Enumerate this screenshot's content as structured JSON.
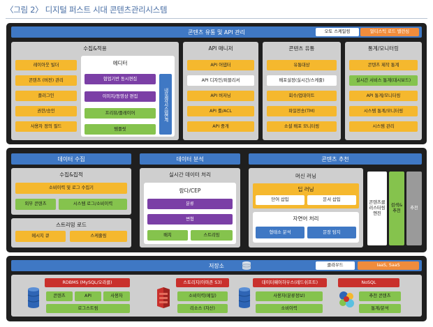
{
  "caption": "〈그림 2〉 디지털 퍼스트 시대 콘텐츠관리시스템",
  "top": {
    "header": "콘텐츠 유통 및 API 관리",
    "autoscale": "오토 스케일링",
    "multitask": "멀티스틱 로드 밸런싱",
    "authoring": {
      "title": "수집&적용",
      "left_items": [
        "레이아웃 빌더",
        "콘텐츠 (버전) 관리",
        "플러그인",
        "권한/승인",
        "사용자 정의 필드"
      ],
      "editor_title": "에디터",
      "editor_items": [
        "협업기반 동시편집",
        "이미지/동영상 편집",
        "프리뷰/플레이어",
        "템플릿"
      ],
      "side_label": "내부제작시스템연계"
    },
    "api_manager": {
      "title": "API 매니저",
      "items": [
        "API 어댑터",
        "API 디자인/퍼블리셔",
        "API 버저닝",
        "API 룰/ACL",
        "API 중개"
      ]
    },
    "distribution": {
      "title": "콘텐츠 유통",
      "items": [
        "유통대상",
        "배포설정(실시간/스케줄)",
        "회수/업데이트",
        "파일전송(TM)",
        "소셜 배포 모니터링"
      ]
    },
    "stats": {
      "title": "통계/모니터링",
      "items": [
        "콘텐츠 제작 통계",
        "실시간 서비스 통계(대시보드)",
        "API 통계/모니터링",
        "시스템 통계/모니터링",
        "시스템 관리"
      ]
    }
  },
  "mid": {
    "collect": {
      "header": "데이터 수집",
      "gather_title": "수집&집적",
      "consumption": "소비이력 및 로그 수집기",
      "external": "외부 콘텐츠",
      "syslog": "시스템 로그/소비이력",
      "stream_title": "스트리밍 로드",
      "message_queue": "메시지 큐",
      "scheduling": "스케줄링"
    },
    "analysis": {
      "header": "데이터 분석",
      "realtime_title": "실시간 데이터 처리",
      "cep": "람다/CEP",
      "classify": "분류",
      "transform": "변형",
      "batch": "배치",
      "streaming": "스트리밍"
    },
    "recommend": {
      "header": "콘텐츠 추천",
      "ml_title": "머신 러닝",
      "deep": "딥 러닝",
      "word_embed": "단어 삽입",
      "doc_embed": "문서 삽입",
      "nlp_title": "자연어 처리",
      "morph": "형태소 분석",
      "sentence": "문장 탐지",
      "engine": "콘텐츠클러스터링엔진",
      "search": "검색&추천",
      "recommend": "추천"
    }
  },
  "storage": {
    "header": "저장소",
    "cloud": "클라우드",
    "iaas": "IaaS, SaaS",
    "rdbms": {
      "title": "RDBMS (MySQL/오라클)",
      "items": [
        "콘텐츠",
        "API",
        "사용자",
        "로그스트림"
      ]
    },
    "s3": {
      "title": "스토리지(아마존 S3)",
      "items": [
        "소비이력(메일)",
        "리소스 (자산)"
      ]
    },
    "dw": {
      "title": "데이터웨어하우스(레드쉬프트)",
      "items": [
        "사용자(분류정보)",
        "소비이력"
      ]
    },
    "nosql": {
      "title": "NoSQL",
      "items": [
        "추천 콘텐츠",
        "통계/분석"
      ]
    }
  },
  "colors": {
    "frame": "#1f1f1f",
    "panel": "#cfcfcf",
    "blue": "#3f78c4",
    "yellow": "#f5b82e",
    "green": "#85c34d",
    "purple": "#7b3fa6",
    "orange": "#f08c3c",
    "red": "#c9302c"
  }
}
